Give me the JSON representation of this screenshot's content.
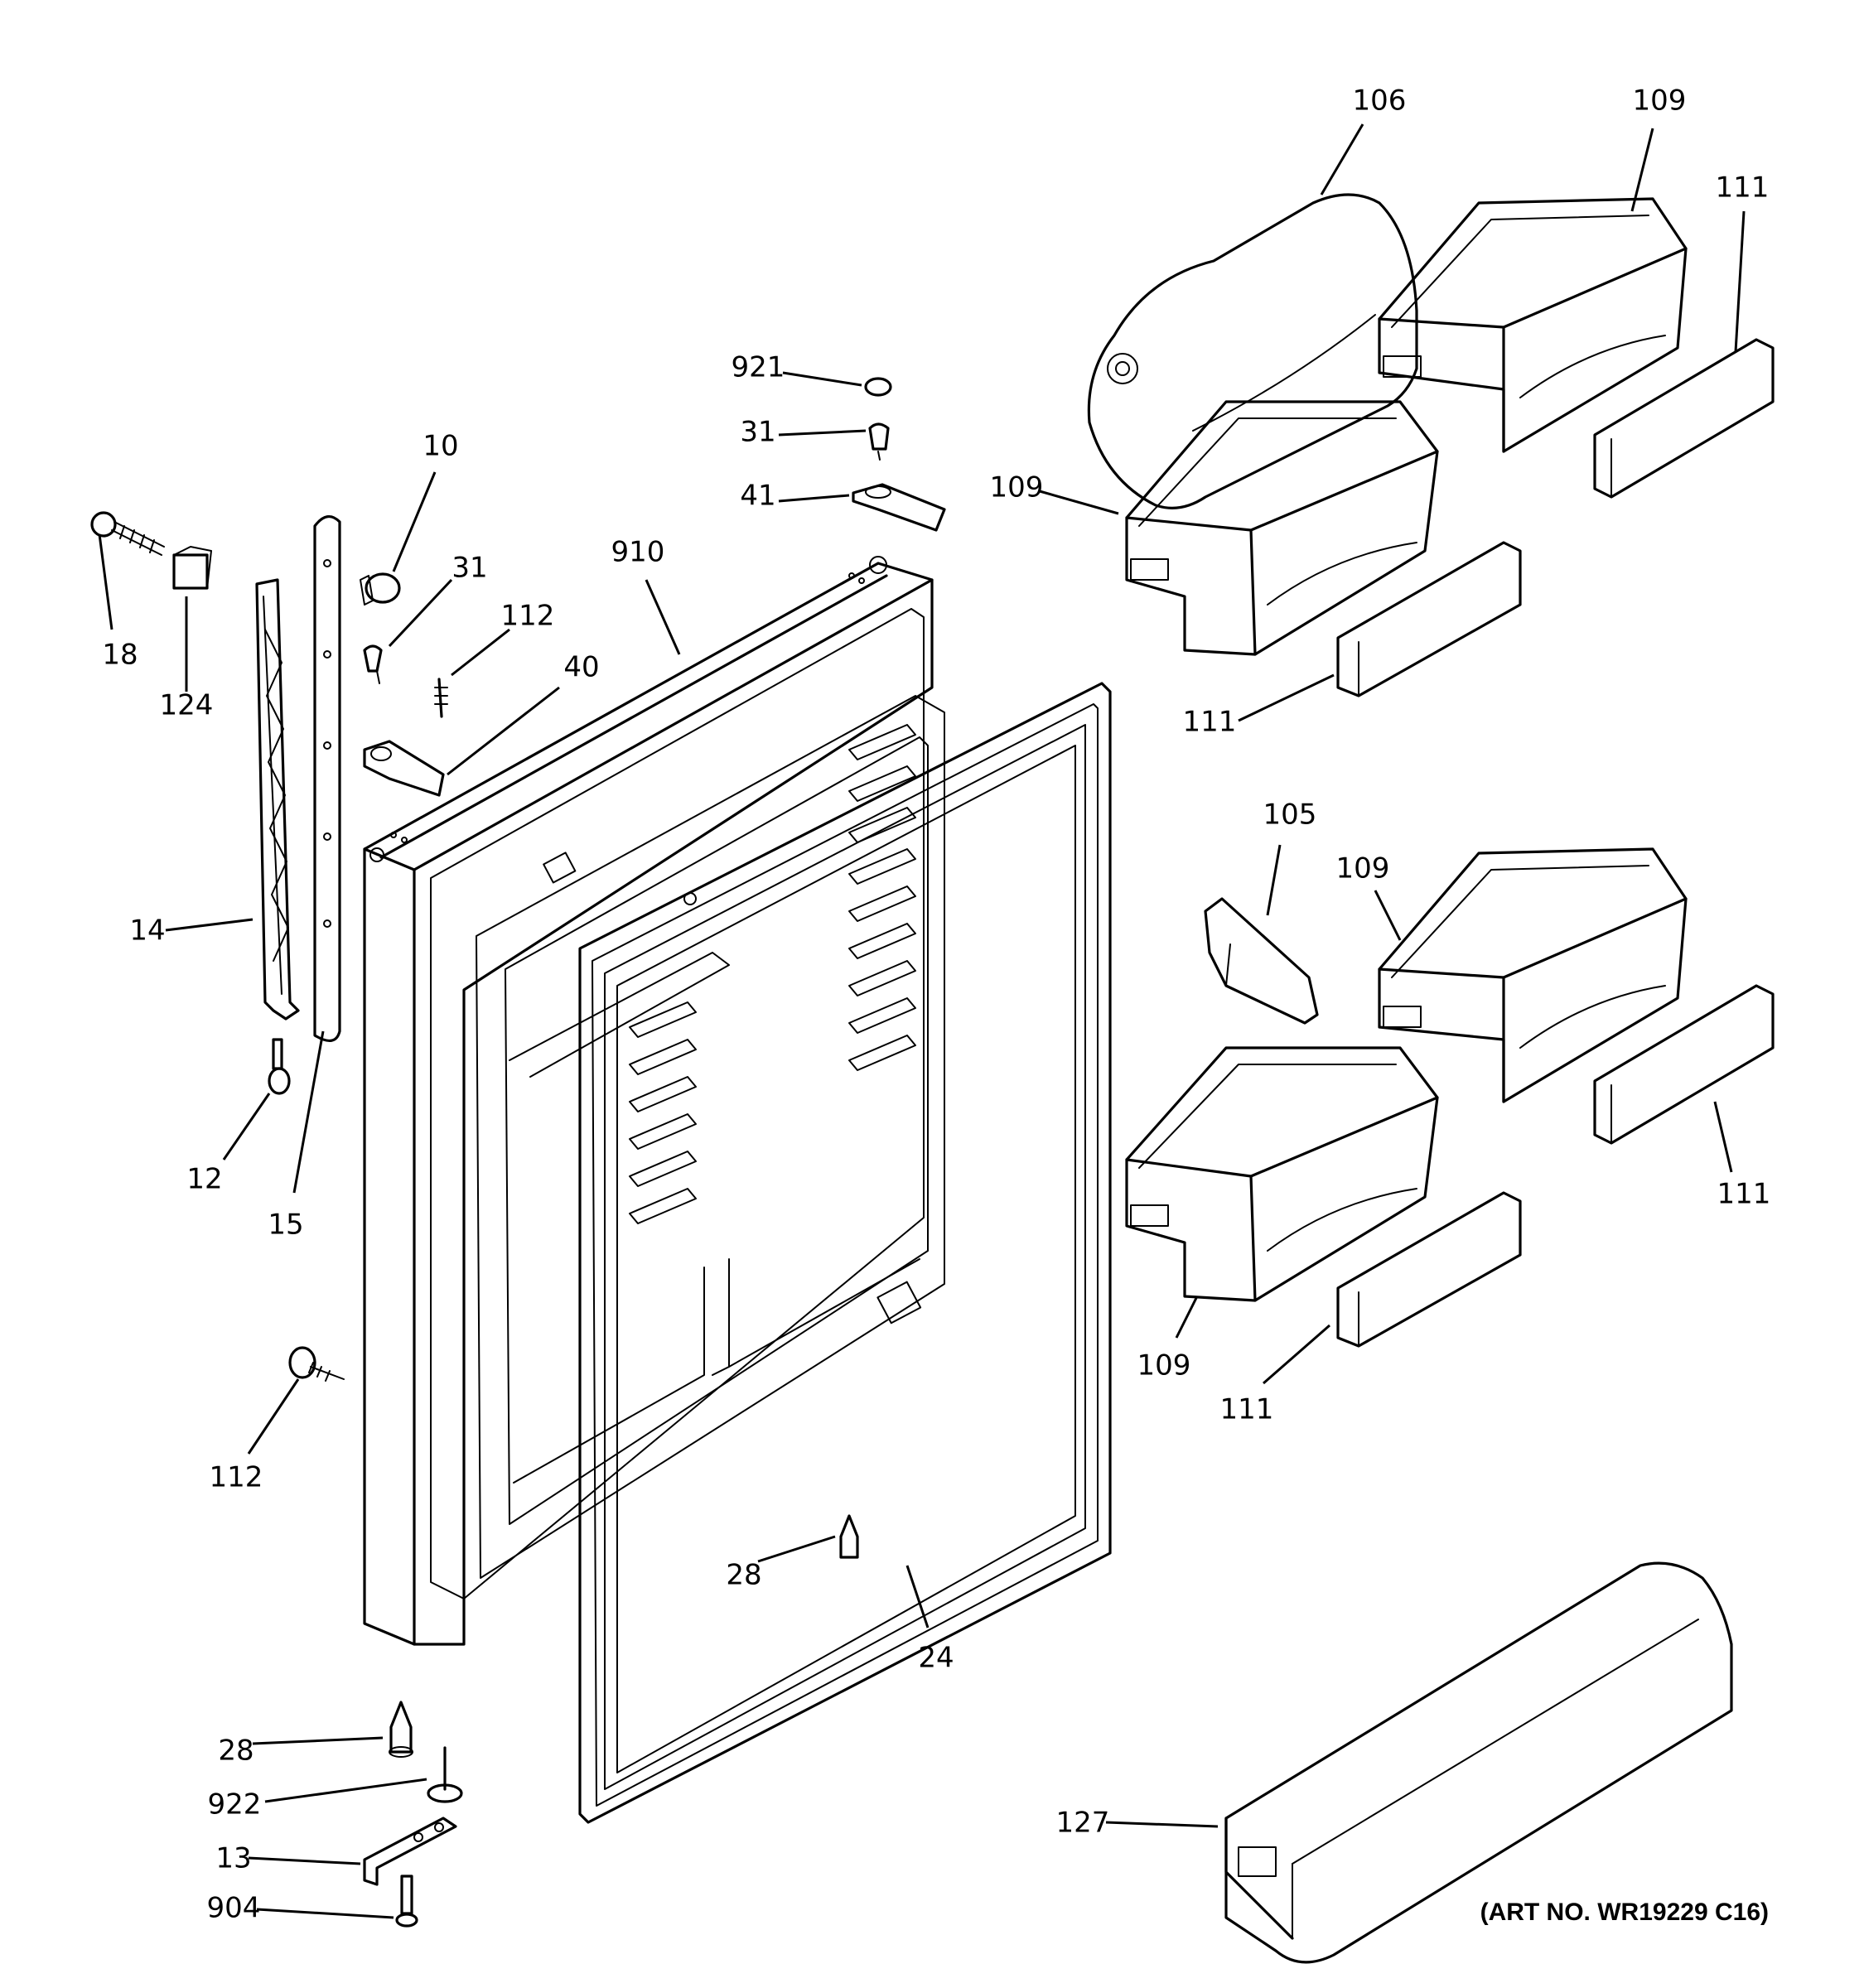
{
  "art_number": "(ART NO. WR19229 C16)",
  "callouts": [
    {
      "id": "c106",
      "label": "106"
    },
    {
      "id": "c109a",
      "label": "109"
    },
    {
      "id": "c111a",
      "label": "111"
    },
    {
      "id": "c921",
      "label": "921"
    },
    {
      "id": "c31a",
      "label": "31"
    },
    {
      "id": "c41",
      "label": "41"
    },
    {
      "id": "c109b",
      "label": "109"
    },
    {
      "id": "c10",
      "label": "10"
    },
    {
      "id": "c31b",
      "label": "31"
    },
    {
      "id": "c112a",
      "label": "112"
    },
    {
      "id": "c910",
      "label": "910"
    },
    {
      "id": "c40",
      "label": "40"
    },
    {
      "id": "c18",
      "label": "18"
    },
    {
      "id": "c124",
      "label": "124"
    },
    {
      "id": "c111b",
      "label": "111"
    },
    {
      "id": "c105",
      "label": "105"
    },
    {
      "id": "c109c",
      "label": "109"
    },
    {
      "id": "c14",
      "label": "14"
    },
    {
      "id": "c12",
      "label": "12"
    },
    {
      "id": "c15",
      "label": "15"
    },
    {
      "id": "c111c",
      "label": "111"
    },
    {
      "id": "c109d",
      "label": "109"
    },
    {
      "id": "c111d",
      "label": "111"
    },
    {
      "id": "c112b",
      "label": "112"
    },
    {
      "id": "c28a",
      "label": "28"
    },
    {
      "id": "c24",
      "label": "24"
    },
    {
      "id": "c28b",
      "label": "28"
    },
    {
      "id": "c922",
      "label": "922"
    },
    {
      "id": "c127",
      "label": "127"
    },
    {
      "id": "c13",
      "label": "13"
    },
    {
      "id": "c904",
      "label": "904"
    }
  ]
}
